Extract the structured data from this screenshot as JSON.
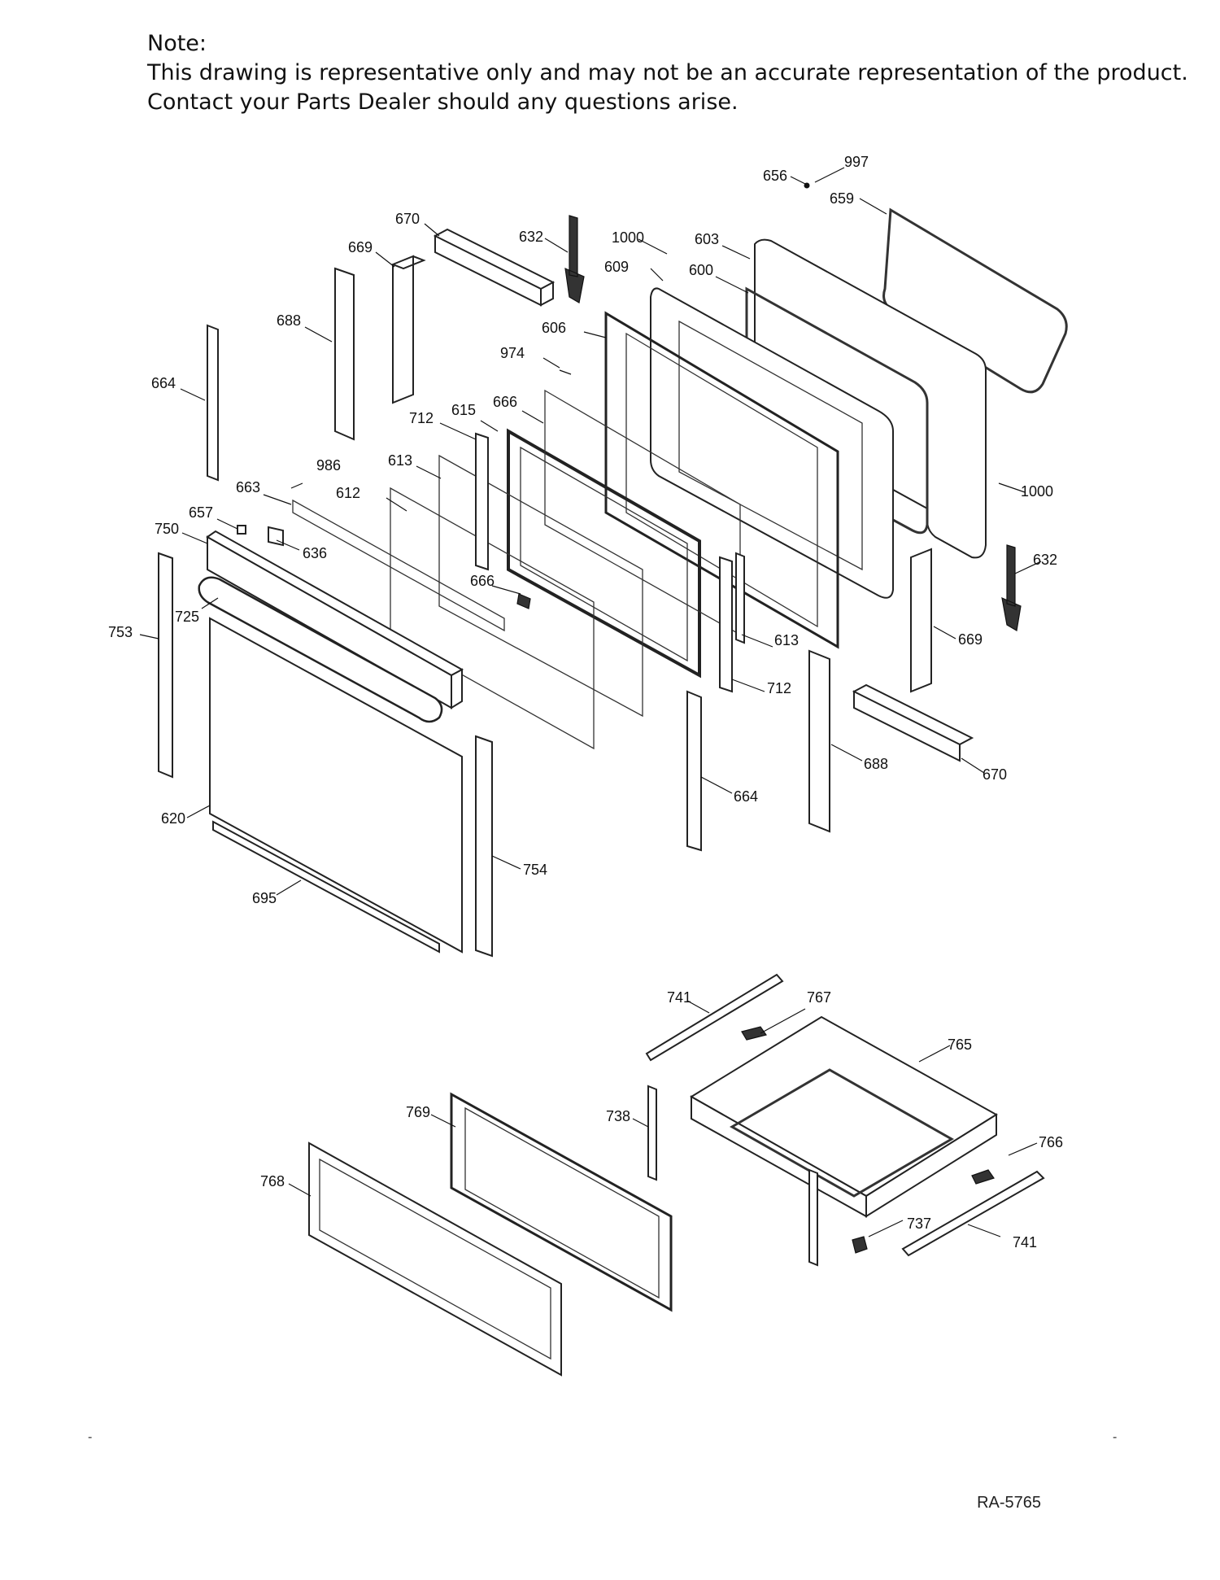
{
  "note": {
    "heading": "Note:",
    "line1": "This drawing is representative only and may not be an accurate representation of the product.",
    "line2": "Contact your Parts Dealer should any questions arise."
  },
  "labels": {
    "p656": "656",
    "p997": "997",
    "p659": "659",
    "p670a": "670",
    "p632a": "632",
    "p1000a": "1000",
    "p603": "603",
    "p669a": "669",
    "p609": "609",
    "p600": "600",
    "p688a": "688",
    "p606": "606",
    "p974": "974",
    "p664a": "664",
    "p666a": "666",
    "p615": "615",
    "p712a": "712",
    "p986": "986",
    "p613a": "613",
    "p1000b": "1000",
    "p663": "663",
    "p612": "612",
    "p657": "657",
    "p632b": "632",
    "p750": "750",
    "p636": "636",
    "p666b": "666",
    "p669b": "669",
    "p725": "725",
    "p753": "753",
    "p613b": "613",
    "p712b": "712",
    "p688b": "688",
    "p670b": "670",
    "p664b": "664",
    "p620": "620",
    "p754": "754",
    "p695": "695",
    "p741a": "741",
    "p767": "767",
    "p765": "765",
    "p769": "769",
    "p738": "738",
    "p766": "766",
    "p768": "768",
    "p737": "737",
    "p741b": "741"
  },
  "footer": {
    "ref": "RA-5765",
    "mark_left": "-",
    "mark_right": "-"
  }
}
